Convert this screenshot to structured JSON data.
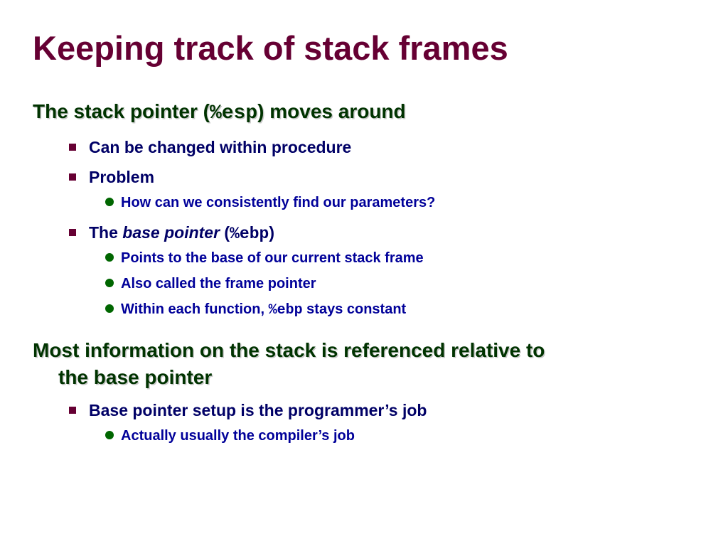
{
  "slide": {
    "title": "Keeping track of stack frames",
    "point1": {
      "text_before": "The stack pointer (",
      "code": "%esp",
      "text_after": ") moves around",
      "items": [
        {
          "text": "Can be changed within procedure"
        },
        {
          "text": "Problem",
          "sub": "How can we consistently find our parameters?"
        },
        {
          "text_before": "The ",
          "italic": "base pointer",
          "text_mid": " (",
          "code": "%ebp",
          "text_after": ")",
          "subs": [
            "Points to the base of our current stack frame",
            "Also called the frame pointer"
          ],
          "sub3": {
            "text_before": "Within each function, ",
            "code": "%ebp",
            "text_after": " stays constant"
          }
        }
      ]
    },
    "point2": {
      "line1": "Most information on the stack is referenced relative to",
      "line2": "the base pointer",
      "item": "Base pointer setup is the programmer’s job",
      "sub": "Actually usually the compiler’s job"
    }
  }
}
